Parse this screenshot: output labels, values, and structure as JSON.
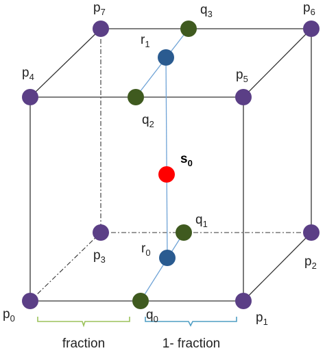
{
  "colors": {
    "p_node": "#5b3f86",
    "q_node": "#3f5a1f",
    "r_node": "#2a5b90",
    "s_node": "#ff0000",
    "edge": "#333333",
    "inner_line": "#6fa3d6",
    "brace_left": "#9bc25a",
    "brace_right": "#4f9ec4"
  },
  "points": {
    "p0": {
      "base": "p",
      "sub": "0"
    },
    "p1": {
      "base": "p",
      "sub": "1"
    },
    "p2": {
      "base": "p",
      "sub": "2"
    },
    "p3": {
      "base": "p",
      "sub": "3"
    },
    "p4": {
      "base": "p",
      "sub": "4"
    },
    "p5": {
      "base": "p",
      "sub": "5"
    },
    "p6": {
      "base": "p",
      "sub": "6"
    },
    "p7": {
      "base": "p",
      "sub": "7"
    },
    "q0": {
      "base": "q",
      "sub": "0"
    },
    "q1": {
      "base": "q",
      "sub": "1"
    },
    "q2": {
      "base": "q",
      "sub": "2"
    },
    "q3": {
      "base": "q",
      "sub": "3"
    },
    "r0": {
      "base": "r",
      "sub": "0"
    },
    "r1": {
      "base": "r",
      "sub": "1"
    },
    "s0": {
      "base": "s",
      "sub": "0"
    }
  },
  "braces": {
    "left_label": "fraction",
    "right_label": "1- fraction"
  }
}
